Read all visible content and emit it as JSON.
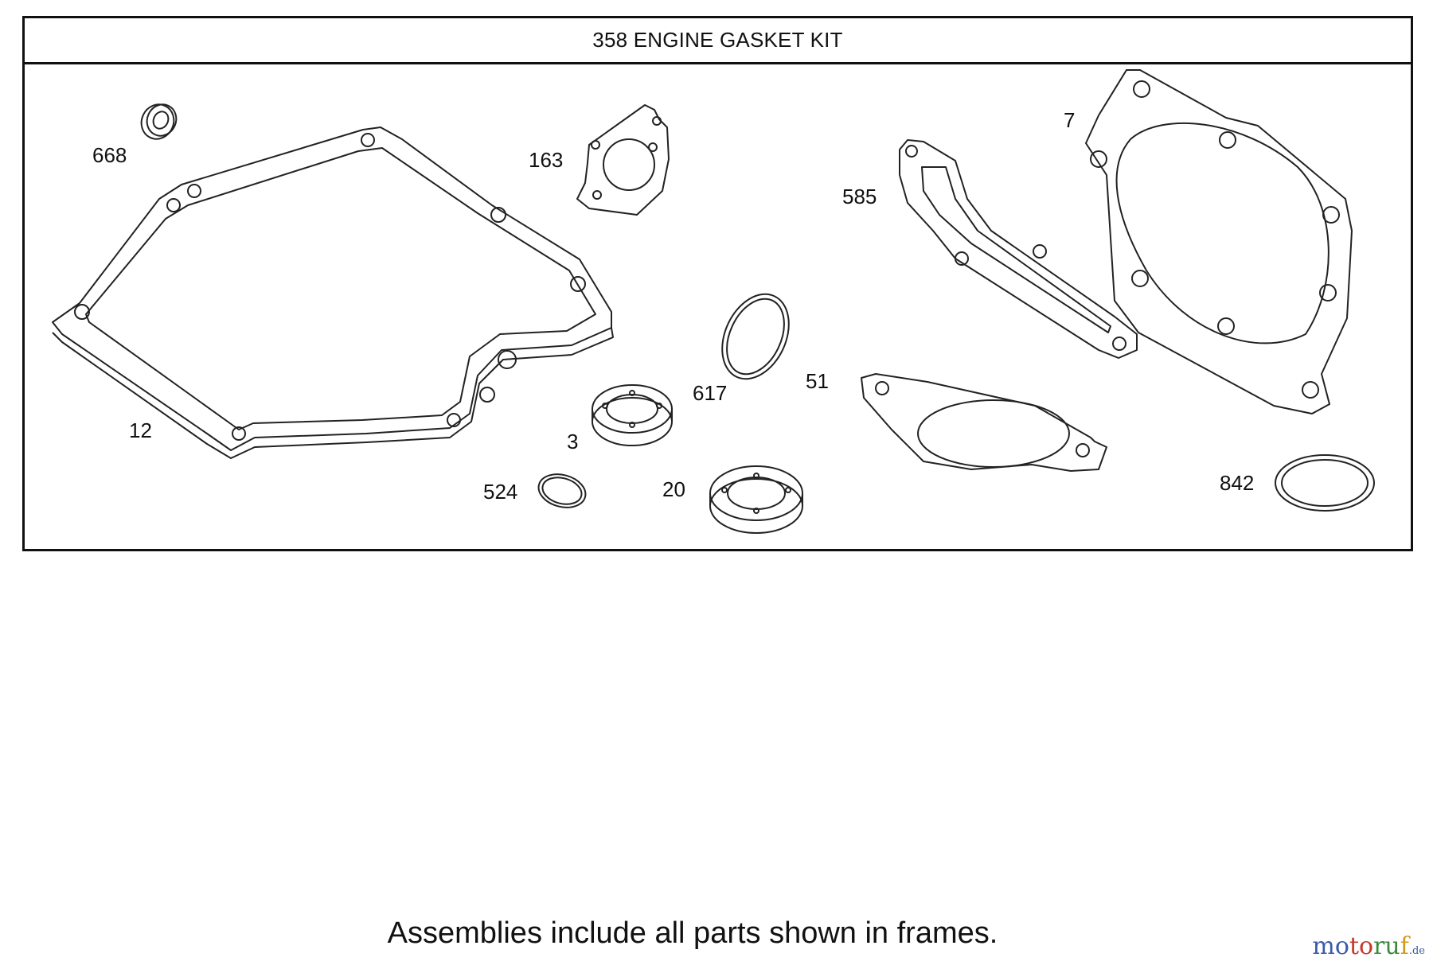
{
  "diagram": {
    "title": "358 ENGINE GASKET KIT",
    "part_labels": [
      {
        "id": "p668",
        "text": "668"
      },
      {
        "id": "p163",
        "text": "163"
      },
      {
        "id": "p7",
        "text": "7"
      },
      {
        "id": "p585",
        "text": "585"
      },
      {
        "id": "p12",
        "text": "12"
      },
      {
        "id": "p617",
        "text": "617"
      },
      {
        "id": "p51",
        "text": "51"
      },
      {
        "id": "p3",
        "text": "3"
      },
      {
        "id": "p524",
        "text": "524"
      },
      {
        "id": "p20",
        "text": "20"
      },
      {
        "id": "p842",
        "text": "842"
      }
    ],
    "footer_note": "Assemblies include all parts shown in frames."
  },
  "watermark": {
    "text": "motoruf",
    "tld": ".de",
    "colors": [
      "#3b5aa8",
      "#c43b2e",
      "#3b8a3b",
      "#d09a1b"
    ]
  }
}
